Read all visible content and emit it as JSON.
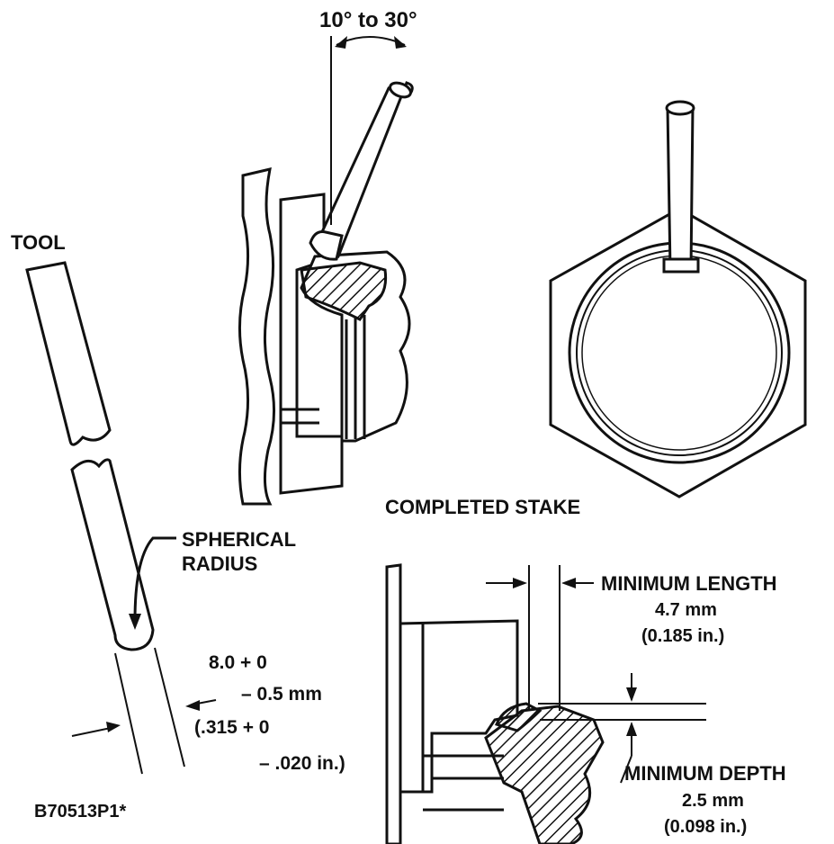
{
  "labels": {
    "angle": "10° to 30°",
    "tool": "TOOL",
    "spherical_line1": "SPHERICAL",
    "spherical_line2": "RADIUS",
    "completed_stake": "COMPLETED STAKE",
    "min_length_title": "MINIMUM LENGTH",
    "min_length_mm": "4.7 mm",
    "min_length_in": "(0.185 in.)",
    "diameter_mm_line1": "8.0 + 0",
    "diameter_mm_line2": "– 0.5 mm",
    "diameter_in_line1": "(.315 + 0",
    "diameter_in_line2": "– .020 in.)",
    "min_depth_title": "MINIMUM DEPTH",
    "min_depth_mm": "2.5 mm",
    "min_depth_in": "(0.098 in.)",
    "figure_id": "B70513P1*"
  },
  "colors": {
    "ink": "#111111",
    "background": "#ffffff"
  }
}
